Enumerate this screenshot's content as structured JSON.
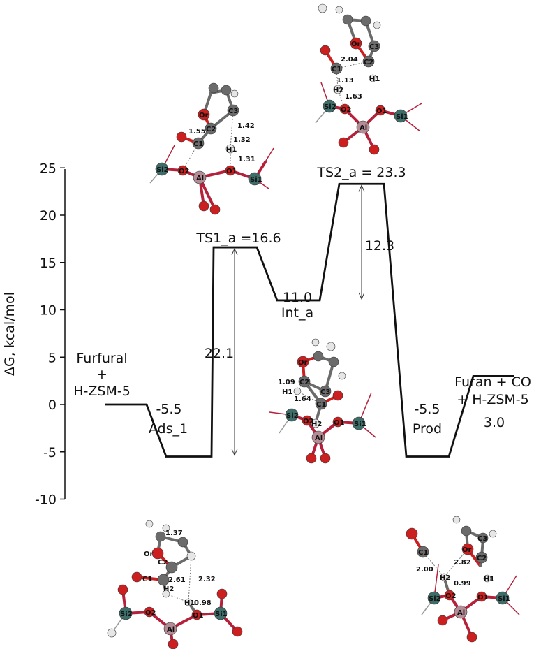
{
  "chart_data": {
    "type": "line",
    "title": "",
    "xlabel": "",
    "ylabel": "ΔG, kcal/mol",
    "ylim": [
      -10,
      25
    ],
    "yticks": [
      -10,
      -5,
      0,
      5,
      10,
      15,
      20,
      25
    ],
    "grid": false,
    "series": [
      {
        "points": [
          {
            "state": "Furfural + H-ZSM-5",
            "y": 0.0
          },
          {
            "state": "Ads_1",
            "y": -5.5
          },
          {
            "state": "TS1_a",
            "y": 16.6
          },
          {
            "state": "Int_a",
            "y": 11.0
          },
          {
            "state": "TS2_a",
            "y": 23.3
          },
          {
            "state": "Prod",
            "y": -5.5
          },
          {
            "state": "Furan + CO + H-ZSM-5",
            "y": 3.0
          }
        ]
      }
    ],
    "level_labels": {
      "reactant": [
        "Furfural",
        "+",
        "H-ZSM-5"
      ],
      "ads_value": "-5.5",
      "ads_name": "Ads_1",
      "ts1": "TS1_a =16.6",
      "int_value": "11.0",
      "int_name": "Int_a",
      "ts2": "TS2_a = 23.3",
      "prod_value": "-5.5",
      "prod_name": "Prod",
      "product": [
        "Furan + CO",
        "+ H-ZSM-5"
      ],
      "product_value": "3.0"
    },
    "barriers": [
      {
        "label": "22.1",
        "from": -5.5,
        "to": 16.6
      },
      {
        "label": "12.3",
        "from": 11.0,
        "to": 23.3
      }
    ],
    "structures": [
      {
        "for": "TS1_a",
        "atoms": [
          "Or",
          "C3",
          "C2",
          "C1",
          "H1",
          "Si2",
          "O2",
          "O1",
          "Si1",
          "Al"
        ],
        "distances": [
          "1.55",
          "1.42",
          "1.32",
          "1.31"
        ]
      },
      {
        "for": "TS2_a",
        "atoms": [
          "Or",
          "C3",
          "C2",
          "C1",
          "H1",
          "H2",
          "Si2",
          "O2",
          "O1",
          "Si1",
          "Al"
        ],
        "distances": [
          "2.04",
          "1.13",
          "1.63"
        ]
      },
      {
        "for": "Int_a",
        "atoms": [
          "Or",
          "C3",
          "C2",
          "H1",
          "C1",
          "H2",
          "Si2",
          "O2",
          "O1",
          "Si1",
          "Al"
        ],
        "distances": [
          "1.09",
          "1.64"
        ]
      },
      {
        "for": "Ads_1",
        "atoms": [
          "Or",
          "C2",
          "C1",
          "H2",
          "H1",
          "Si2",
          "O2",
          "O1",
          "Si1",
          "Al"
        ],
        "distances": [
          "1.37",
          "2.61",
          "2.32",
          "0.98"
        ]
      },
      {
        "for": "Prod",
        "atoms": [
          "C1",
          "Or",
          "C3",
          "C2",
          "H1",
          "H2",
          "Si2",
          "O2",
          "O1",
          "Si1",
          "Al"
        ],
        "distances": [
          "2.00",
          "2.82",
          "0.99"
        ]
      }
    ]
  },
  "colors": {
    "line": "#111111",
    "carbon": "#6b6b6b",
    "oxygen": "#cc1f1f",
    "hydrogen": "#e6e6e6",
    "silicon": "#3f6e6a",
    "aluminum": "#b48c96",
    "zeolite_bond": "#b5203a"
  }
}
